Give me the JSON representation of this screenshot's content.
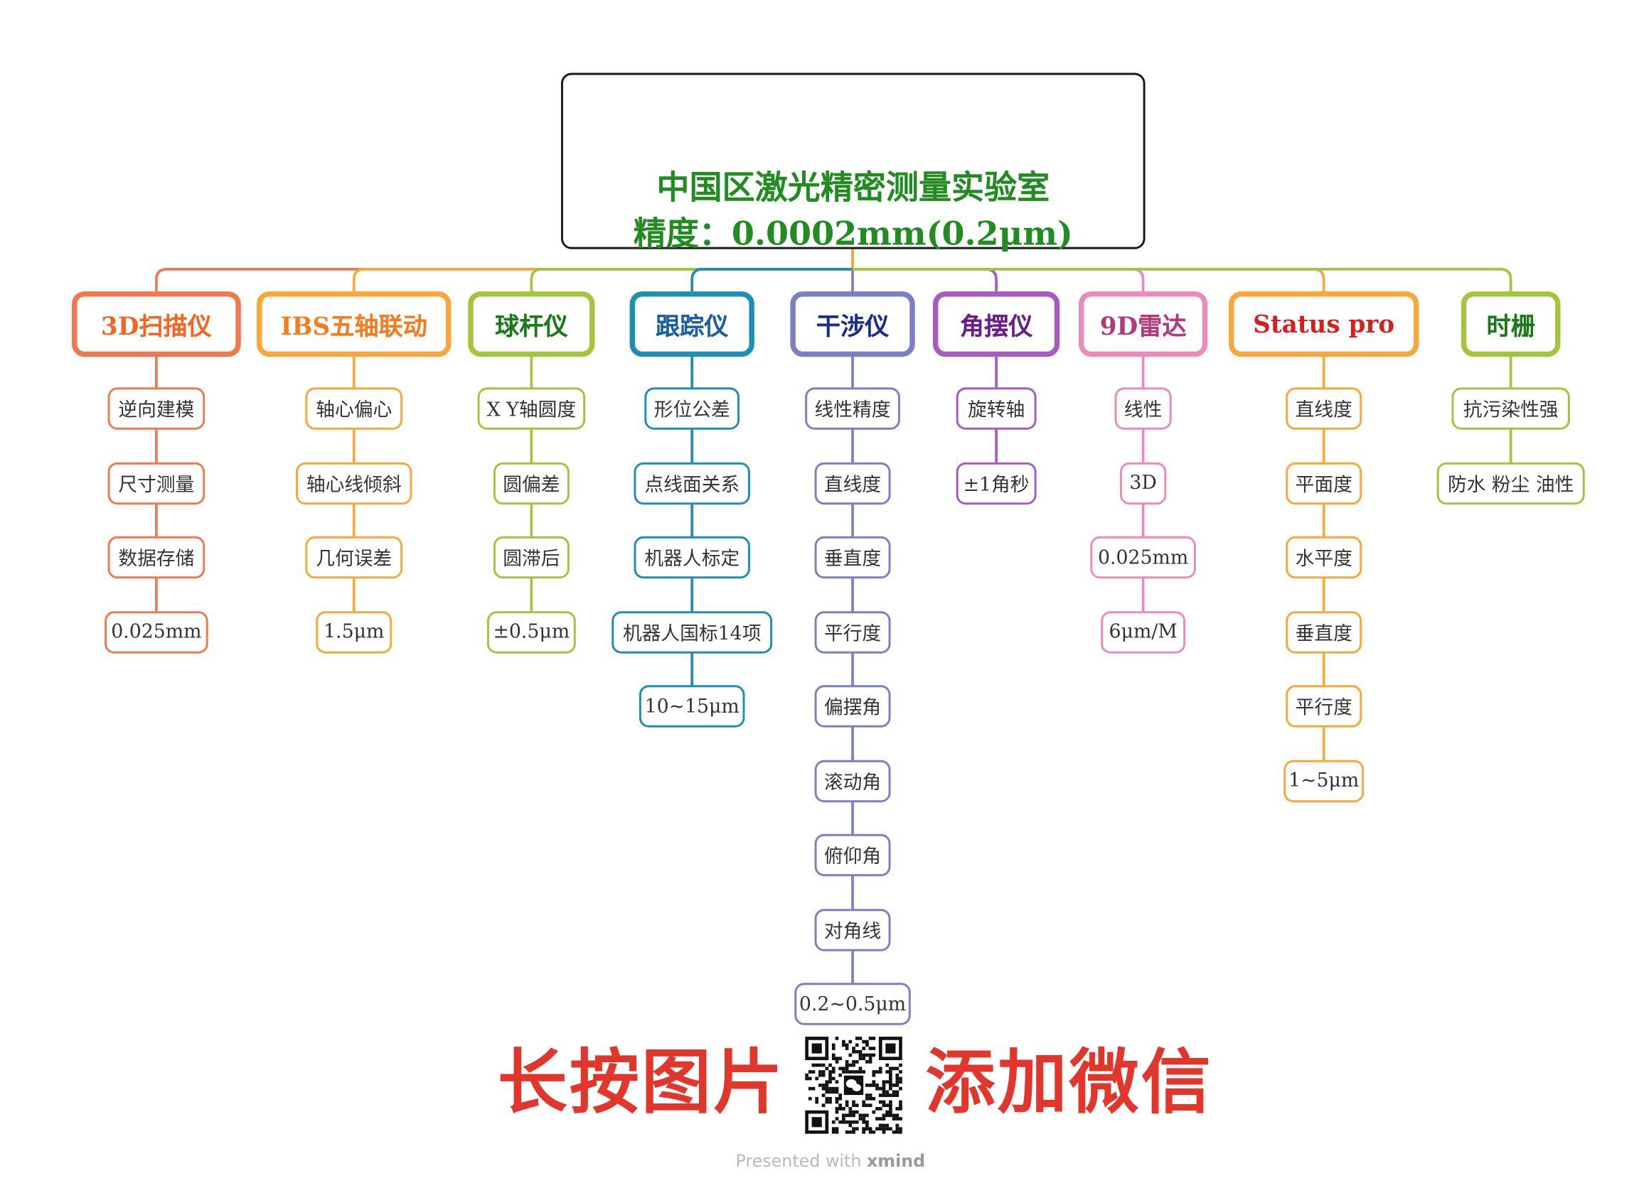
{
  "root": {
    "title": "中国区激光精密测量实验室",
    "subtitle": "精度：0.0002mm(0.2μm)",
    "title_color": "#228b22"
  },
  "connector_color": "#f6a623",
  "branches": [
    {
      "label": "3D扫描仪",
      "color": "#f0784f",
      "text_color": "#f26522",
      "items": [
        "逆向建模",
        "尺寸测量",
        "数据存储",
        "0.025mm"
      ]
    },
    {
      "label": "IBS五轴联动",
      "color": "#f8a83a",
      "text_color": "#f47c1e",
      "items": [
        "轴心偏心",
        "轴心线倾斜",
        "几何误差",
        "1.5μm"
      ]
    },
    {
      "label": "球杆仪",
      "color": "#a3c43c",
      "text_color": "#1a7a1a",
      "items": [
        "X Y轴圆度",
        "圆偏差",
        "圆滞后",
        "±0.5μm"
      ]
    },
    {
      "label": "跟踪仪",
      "color": "#1e8fb0",
      "text_color": "#1a5fa0",
      "items": [
        "形位公差",
        "点线面关系",
        "机器人标定",
        "机器人国标14项",
        "10~15μm"
      ]
    },
    {
      "label": "干涉仪",
      "color": "#7b7fc4",
      "text_color": "#1a2f8a",
      "items": [
        "线性精度",
        "直线度",
        "垂直度",
        "平行度",
        "偏摆角",
        "滚动角",
        "俯仰角",
        "对角线",
        "0.2~0.5μm"
      ]
    },
    {
      "label": "角摆仪",
      "color": "#a65cbf",
      "text_color": "#6a1e8a",
      "items": [
        "旋转轴",
        "±1角秒"
      ]
    },
    {
      "label": "9D雷达",
      "color": "#ea8bbb",
      "text_color": "#b03a7a",
      "items": [
        "线性",
        "3D",
        "0.025mm",
        "6μm/M"
      ]
    },
    {
      "label": "Status pro",
      "color": "#f8a83a",
      "text_color": "#d42020",
      "items": [
        "直线度",
        "平面度",
        "水平度",
        "垂直度",
        "平行度",
        "1~5μm"
      ]
    },
    {
      "label": "时栅",
      "color": "#a3c43c",
      "text_color": "#1a7a1a",
      "items": [
        "抗污染性强",
        "防水 粉尘 油性"
      ]
    }
  ],
  "footer": {
    "left_text": "长按图片",
    "right_text": "添加微信",
    "color": "#e0362b",
    "qr_icon": "wechat-qr-code"
  },
  "credit": {
    "prefix": "Presented with ",
    "brand": "xmind"
  }
}
